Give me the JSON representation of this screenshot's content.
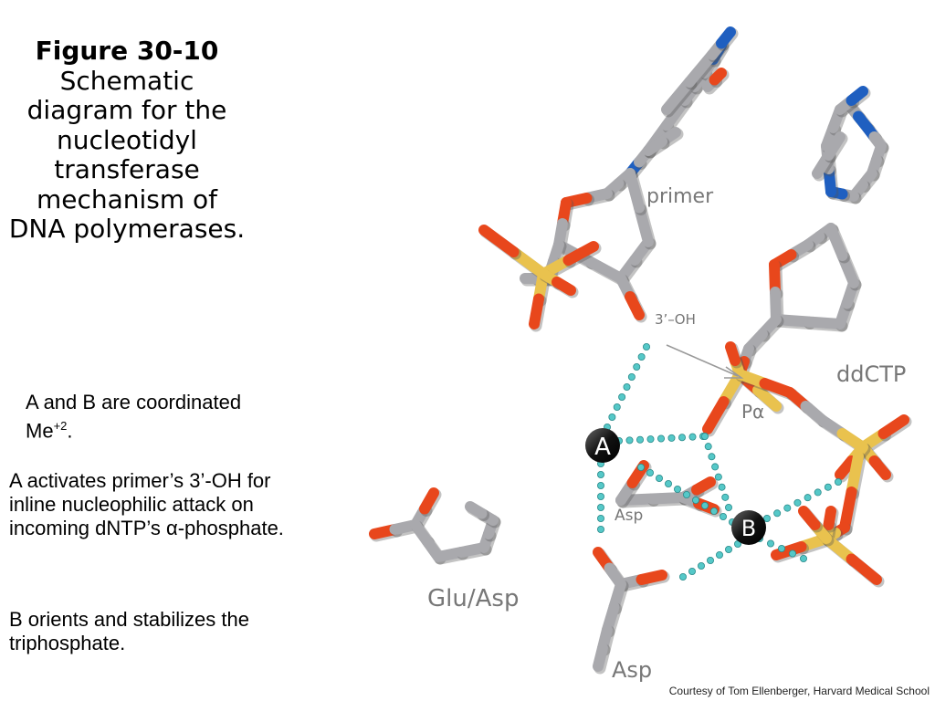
{
  "caption": {
    "figure_number": "Figure 30-10",
    "description": "Schematic diagram for the nucleotidyl transferase mechanism of DNA polymerases."
  },
  "notes": {
    "coordination_prefix": "A and B are coordinated Me",
    "coordination_charge": "+2",
    "coordination_suffix": ".",
    "a_role": "A activates primer’s 3’-OH for inline nucleophilic attack on incoming dNTP’s α-phosphate.",
    "b_role": "B orients and stabilizes the triphosphate."
  },
  "diagram_labels": {
    "primer": "primer",
    "oh3": "3’–OH",
    "ddctp": "ddCTP",
    "p_alpha": "Pα",
    "asp_mid": "Asp",
    "glu_asp": "Glu/Asp",
    "asp_bottom": "Asp",
    "ion_a": "A",
    "ion_b": "B"
  },
  "atom_colors": {
    "carbon": "#a9a9ad",
    "oxygen": "#e8471c",
    "nitrogen": "#1f5fc0",
    "phosphorus": "#e9c24e",
    "metal": "#111111",
    "coordination": "#55c8c8"
  },
  "credit": "Courtesy of Tom Ellenberger, Harvard Medical School"
}
